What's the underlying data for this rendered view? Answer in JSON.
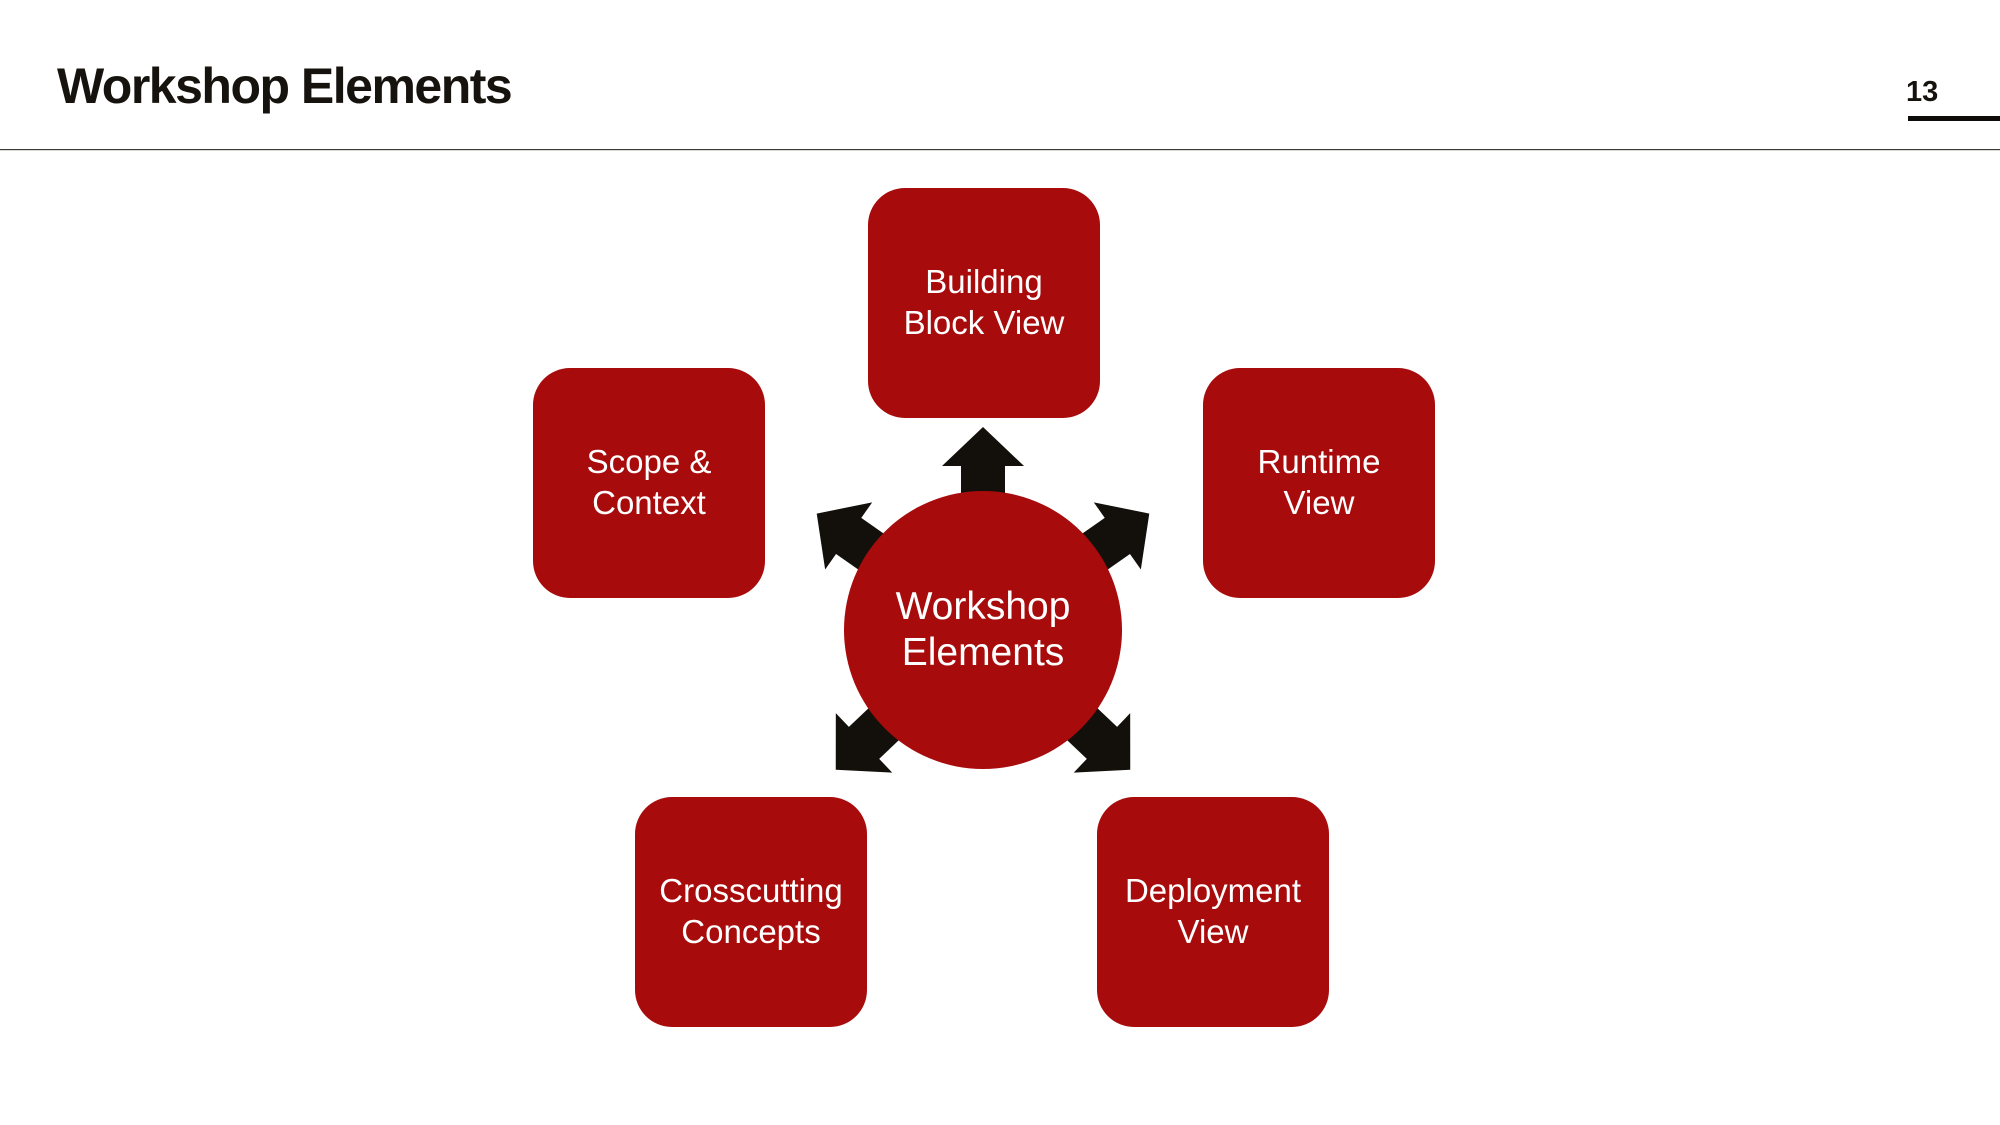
{
  "slide": {
    "title": "Workshop Elements",
    "page_number": "13"
  },
  "diagram": {
    "center": {
      "id": "workshop-elements",
      "lines": [
        "Workshop",
        "Elements"
      ]
    },
    "nodes": [
      {
        "id": "building-block-view",
        "position": "top",
        "lines": [
          "Building",
          "Block View"
        ]
      },
      {
        "id": "scope-and-context",
        "position": "upper-left",
        "lines": [
          "Scope &",
          "Context"
        ]
      },
      {
        "id": "runtime-view",
        "position": "upper-right",
        "lines": [
          "Runtime",
          "View"
        ]
      },
      {
        "id": "crosscutting-concepts",
        "position": "lower-left",
        "lines": [
          "Crosscutting",
          "Concepts"
        ]
      },
      {
        "id": "deployment-view",
        "position": "lower-right",
        "lines": [
          "Deployment",
          "View"
        ]
      }
    ],
    "colors": {
      "node_fill": "#A80B0B",
      "arrow_color": "#13100C",
      "node_text": "#FFFFFF",
      "title_color": "#16130E"
    }
  }
}
